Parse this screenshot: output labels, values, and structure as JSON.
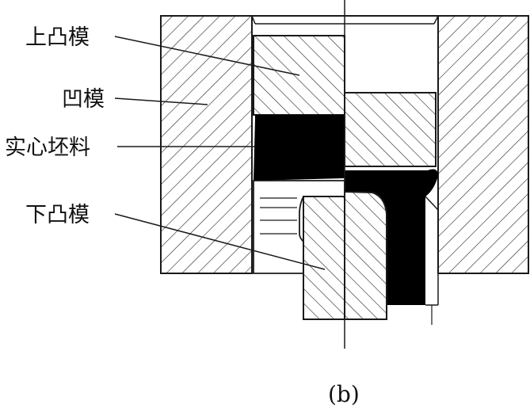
{
  "labels": {
    "upper_punch": "上凸模",
    "die": "凹模",
    "solid_blank": "实心坯料",
    "lower_punch": "下凸模"
  },
  "caption": "(b)",
  "colors": {
    "line": "#1a1a1a",
    "fill_material": "#000000",
    "background": "#ffffff"
  }
}
